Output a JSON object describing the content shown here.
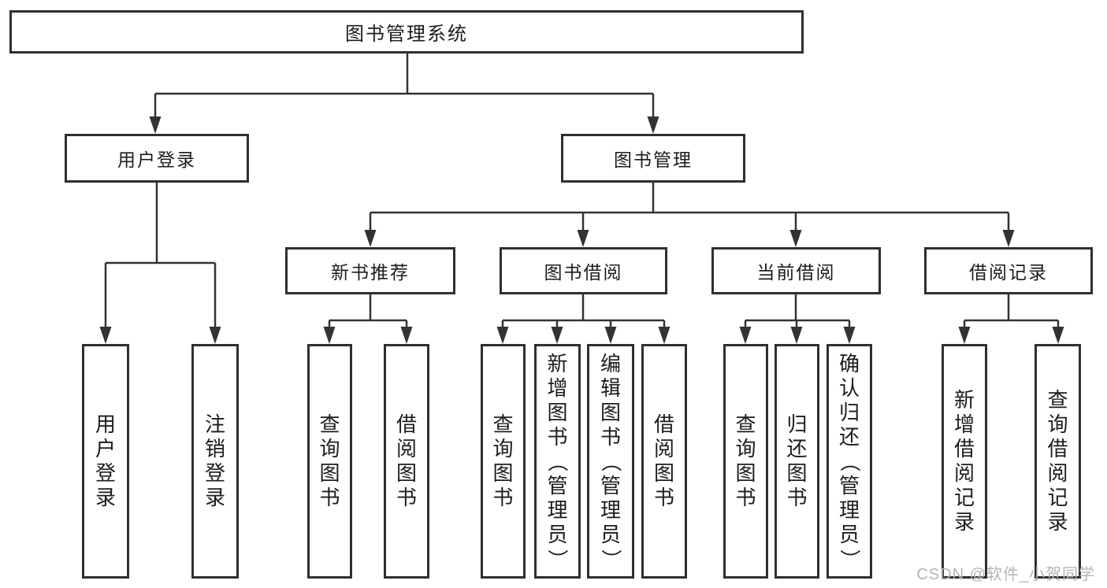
{
  "diagram": {
    "root": "图书管理系统",
    "level2": [
      {
        "label": "用户登录",
        "leaves": [
          "用户登录",
          "注销登录"
        ]
      },
      {
        "label": "图书管理",
        "sections": [
          {
            "label": "新书推荐",
            "leaves": [
              "查询图书",
              "借阅图书"
            ]
          },
          {
            "label": "图书借阅",
            "leaves": [
              "查询图书",
              "新增图书（管理员）",
              "编辑图书（管理员）",
              "借阅图书"
            ]
          },
          {
            "label": "当前借阅",
            "leaves": [
              "查询图书",
              "归还图书",
              "确认归还（管理员）"
            ]
          },
          {
            "label": "借阅记录",
            "leaves": [
              "新增借阅记录",
              "查询借阅记录"
            ]
          }
        ]
      }
    ]
  },
  "watermark": "CSDN @软件_小贺同学",
  "colors": {
    "line": "#333333",
    "border": "#2f2f2f",
    "text": "#1c1c1c",
    "watermark": "#b4b4b4",
    "background": "#ffffff"
  }
}
